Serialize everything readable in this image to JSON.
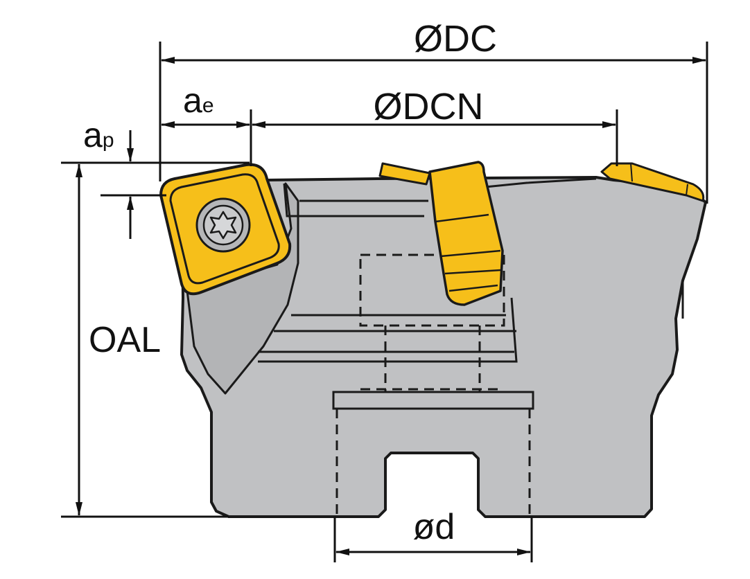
{
  "labels": {
    "dc": "ØDC",
    "dcn": "ØDCN",
    "ae_main": "a",
    "ae_sub": "e",
    "ap_main": "a",
    "ap_sub": "p",
    "oal": "OAL",
    "d": "ød"
  },
  "colors": {
    "body": "#c0c1c3",
    "body_outline": "#1a1a1a",
    "insert": "#f6bf1a",
    "insert_dark": "#c98f00",
    "dim_line": "#111111"
  },
  "icons": {
    "screw": "torx-screw-icon"
  }
}
